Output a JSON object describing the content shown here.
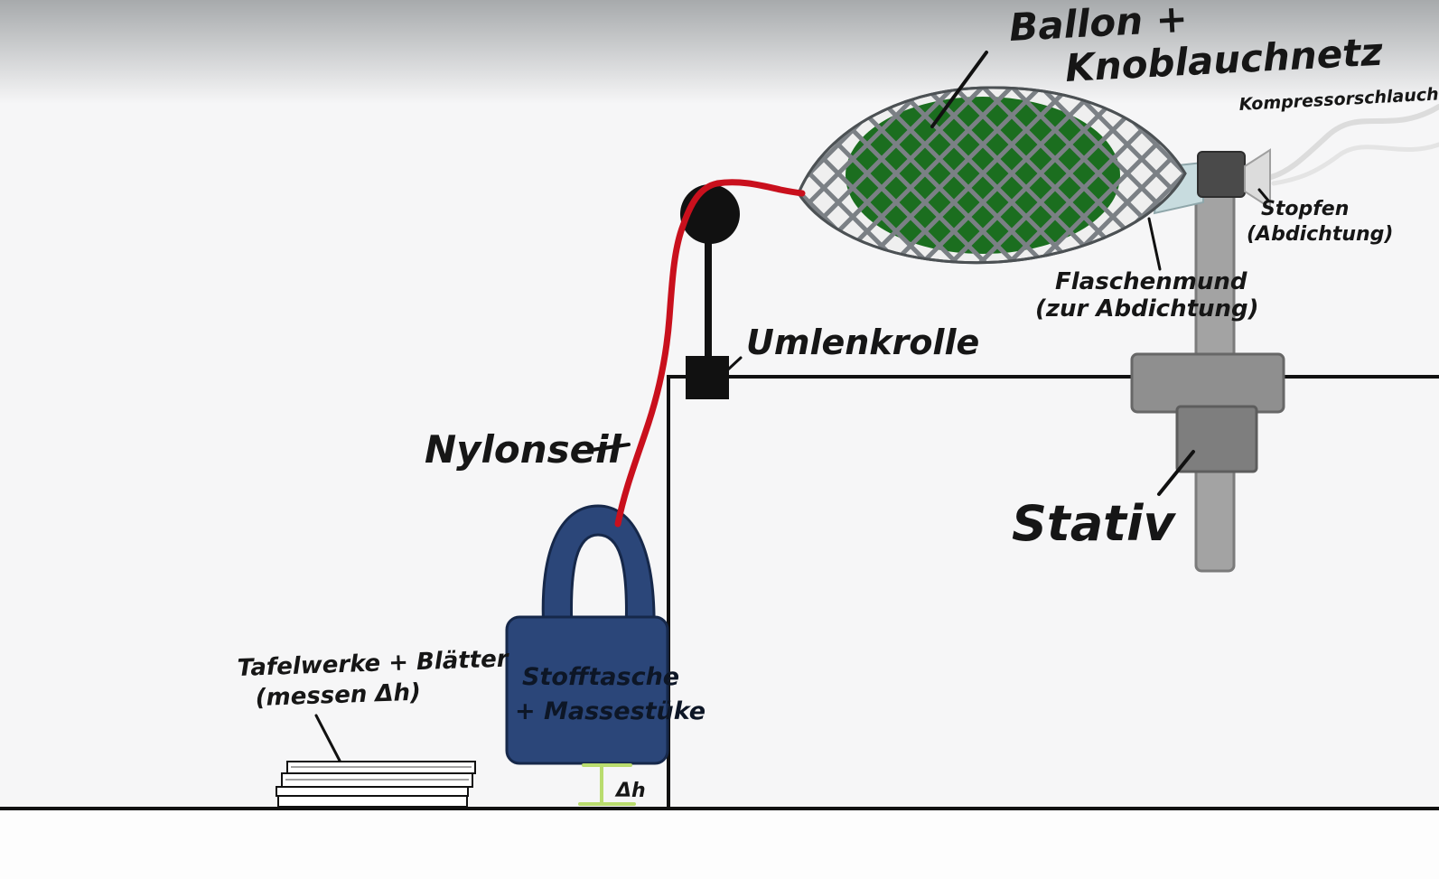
{
  "title": "Experiment setup sketch (balloon buoyancy / pulley apparatus)",
  "labels": {
    "ballon_line1": "Ballon +",
    "ballon_line2": "Knoblauchnetz",
    "kompressorschlauch": "Kompressorschlauch",
    "stopfen_line1": "Stopfen",
    "stopfen_line2": "(Abdichtung)",
    "flaschenmund_line1": "Flaschenmund",
    "flaschenmund_line2": "(zur Abdichtung)",
    "umlenkrolle": "Umlenkrolle",
    "nylonseil": "Nylonseil",
    "stativ": "Stativ",
    "stofftasche_line1": "Stofftasche",
    "stofftasche_line2": "+ Massestüke",
    "tafelwerke_line1": "Tafelwerke + Blätter",
    "tafelwerke_line2": "(messen Δh)",
    "delta_h": "Δh"
  },
  "colors": {
    "rope_red": "#c9101d",
    "balloon_green": "#1b6e1f",
    "net_gray": "#7b8085",
    "bag_blue": "#2b4679",
    "bag_outline": "#16284a",
    "stand_gray": "#9c9c9c",
    "stand_dark": "#6e6e6e",
    "support_green": "#b9dc6e",
    "ink_black": "#141414",
    "hose_gray": "#dcdcdc",
    "neck_teal": "#c8dcdf"
  }
}
